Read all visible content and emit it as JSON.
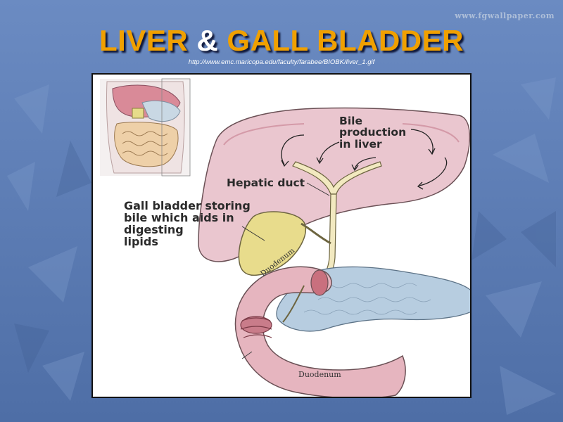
{
  "slide": {
    "watermark": "www.fgwallpaper.com",
    "title": {
      "part1": "LIVER",
      "amp": "&",
      "part2": "GALL BLADDER"
    },
    "source_url": "http://www.emc.maricopa.edu/faculty/farabee/BIOBK/liver_1.gif"
  },
  "diagram": {
    "labels": {
      "bile_production": [
        "Bile",
        "production",
        "in liver"
      ],
      "hepatic_duct": "Hepatic duct",
      "gall_bladder": [
        "Gall bladder storing",
        "bile which aids in",
        "digesting",
        "lipids"
      ],
      "duodenum_lower": "Duodenum",
      "duodenum_upper": "Duodenum"
    },
    "colors": {
      "liver": "#eac6cf",
      "liver_outline": "#6a5055",
      "gall_bladder": "#e8dc8c",
      "pancreas": "#b7cde0",
      "duodenum": "#e6b5bf",
      "background": "#5a7ab0",
      "title_orange": "#f0a000"
    }
  }
}
